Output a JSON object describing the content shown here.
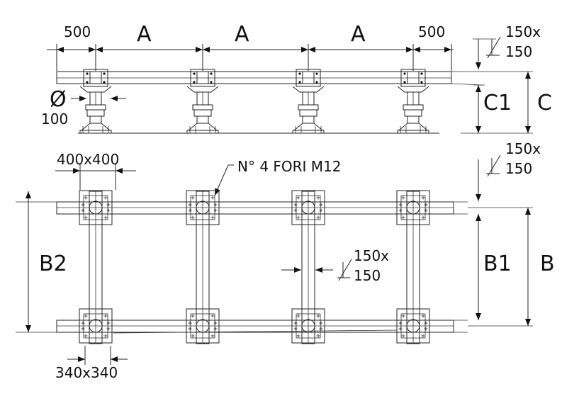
{
  "elevation": {
    "dims_top": [
      "500",
      "A",
      "A",
      "A",
      "500"
    ],
    "section_label": "150x",
    "section_label_2": "150",
    "diameter_symbol": "Ø",
    "diameter_value": "100",
    "height_inner": "C1",
    "height_outer": "C"
  },
  "plan": {
    "plate_size": "400x400",
    "holes_note": "N° 4 FORI M12",
    "section_right": "150x",
    "section_right_2": "150",
    "section_mid": "150x",
    "section_mid_2": "150",
    "width_left": "B2",
    "width_inner": "B1",
    "width_outer": "B",
    "base_size": "340x340"
  }
}
